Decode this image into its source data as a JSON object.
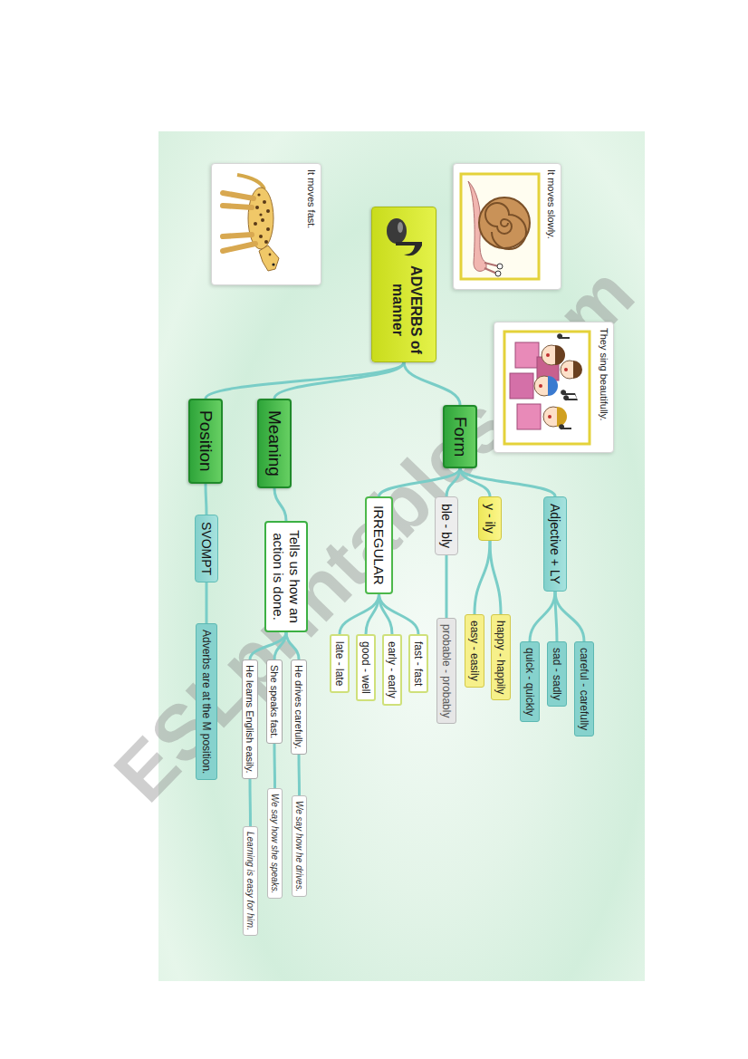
{
  "diagram": {
    "nodes": [
      {
        "text": [
          "ADVERBS of manner"
        ]
      },
      {
        "text": [
          "It moves slowly."
        ]
      },
      {
        "text": [
          "They sing beautifully."
        ]
      },
      {
        "text": [
          "It moves fast."
        ]
      },
      {
        "text": [
          "Form"
        ]
      },
      {
        "text": [
          "Meaning"
        ]
      },
      {
        "text": [
          "Position"
        ]
      },
      {
        "text": [
          "Adjective + LY"
        ]
      },
      {
        "text": [
          "y - ily"
        ]
      },
      {
        "text": [
          "ble - bly"
        ]
      },
      {
        "text": [
          "IRREGULAR"
        ]
      },
      {
        "text": [
          "careful - carefully"
        ]
      },
      {
        "text": [
          "sad - sadly"
        ]
      },
      {
        "text": [
          "quick - quickly"
        ]
      },
      {
        "text": [
          "happy - happily"
        ]
      },
      {
        "text": [
          "easy - easily"
        ]
      },
      {
        "text": [
          "probable - probably"
        ]
      },
      {
        "text": [
          "fast - fast"
        ]
      },
      {
        "text": [
          "early - early"
        ]
      },
      {
        "text": [
          "good - well"
        ]
      },
      {
        "text": [
          "late - late"
        ]
      },
      {
        "text": [
          "Tells us how an action is done."
        ]
      },
      {
        "text": [
          "He drives carefully."
        ]
      },
      {
        "text": [
          "She speaks fast."
        ]
      },
      {
        "text": [
          "He learns English easily."
        ]
      },
      {
        "text": [
          "We say how he drives."
        ]
      },
      {
        "text": [
          "We say how she speaks."
        ]
      },
      {
        "text": [
          "Learning is easy for him."
        ]
      },
      {
        "text": [
          "SVOMPT"
        ]
      },
      {
        "text": [
          "Adverbs are at the M position."
        ]
      }
    ],
    "edges": [
      {
        "from": 0,
        "to": 4,
        "arrow": "none"
      },
      {
        "from": 0,
        "to": 5,
        "arrow": "none"
      },
      {
        "from": 0,
        "to": 6,
        "arrow": "none"
      },
      {
        "from": 4,
        "to": 7,
        "arrow": "none"
      },
      {
        "from": 4,
        "to": 8,
        "arrow": "none"
      },
      {
        "from": 4,
        "to": 9,
        "arrow": "none"
      },
      {
        "from": 4,
        "to": 10,
        "arrow": "none"
      },
      {
        "from": 7,
        "to": 11,
        "arrow": "none"
      },
      {
        "from": 7,
        "to": 12,
        "arrow": "none"
      },
      {
        "from": 7,
        "to": 13,
        "arrow": "none"
      },
      {
        "from": 8,
        "to": 14,
        "arrow": "none"
      },
      {
        "from": 8,
        "to": 15,
        "arrow": "none"
      },
      {
        "from": 9,
        "to": 16,
        "arrow": "none"
      },
      {
        "from": 10,
        "to": 17,
        "arrow": "none"
      },
      {
        "from": 10,
        "to": 18,
        "arrow": "none"
      },
      {
        "from": 10,
        "to": 19,
        "arrow": "none"
      },
      {
        "from": 10,
        "to": 20,
        "arrow": "none"
      },
      {
        "from": 5,
        "to": 21,
        "arrow": "none"
      },
      {
        "from": 21,
        "to": 22,
        "arrow": "none"
      },
      {
        "from": 21,
        "to": 23,
        "arrow": "none"
      },
      {
        "from": 21,
        "to": 24,
        "arrow": "none"
      },
      {
        "from": 22,
        "to": 25,
        "arrow": "none"
      },
      {
        "from": 23,
        "to": 26,
        "arrow": "none"
      },
      {
        "from": 24,
        "to": 27,
        "arrow": "none"
      },
      {
        "from": 6,
        "to": 28,
        "arrow": "none"
      },
      {
        "from": 28,
        "to": 29,
        "arrow": "none"
      }
    ],
    "labels": [
      "ESLprintables.com"
    ]
  }
}
